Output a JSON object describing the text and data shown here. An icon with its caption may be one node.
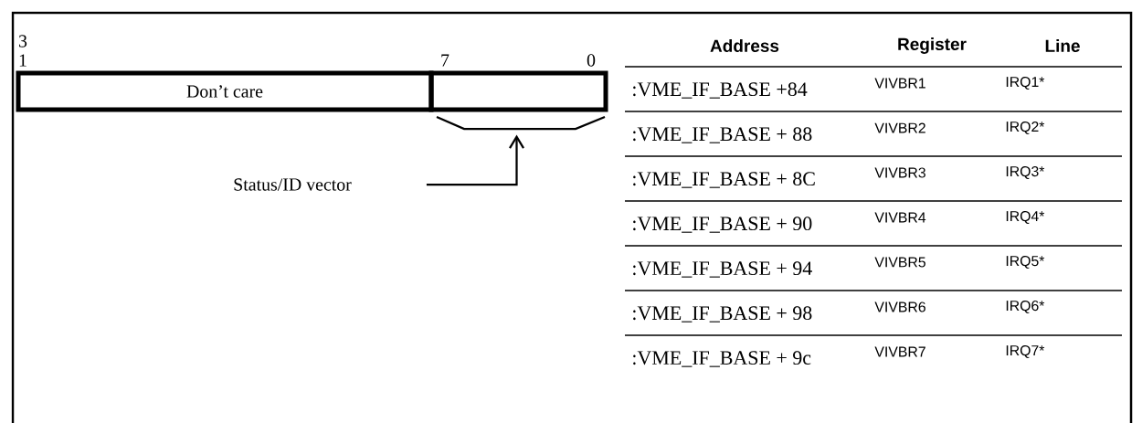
{
  "diagram": {
    "nodes": [
      {
        "text": [
          "Don’t care"
        ]
      },
      {
        "text": [],
        "shape": "box"
      },
      {
        "text": [
          "Status/ID vector"
        ]
      }
    ],
    "edges": [
      {
        "from": 2,
        "to": 1,
        "arrow": "to"
      }
    ],
    "labels": [
      "3",
      "1",
      "7",
      "0",
      "Address",
      "Register",
      "Line",
      ":VME_IF_BASE +84",
      "VIVBR1",
      "IRQ1*",
      ":VME_IF_BASE + 88",
      "VIVBR2",
      "IRQ2*",
      ":VME_IF_BASE + 8C",
      "VIVBR3",
      "IRQ3*",
      ":VME_IF_BASE + 90",
      "VIVBR4",
      "IRQ4*",
      ":VME_IF_BASE + 94",
      "VIVBR5",
      "IRQ5*",
      ":VME_IF_BASE + 98",
      "VIVBR6",
      "IRQ6*",
      ":VME_IF_BASE + 9c",
      "VIVBR7",
      "IRQ7*"
    ]
  }
}
